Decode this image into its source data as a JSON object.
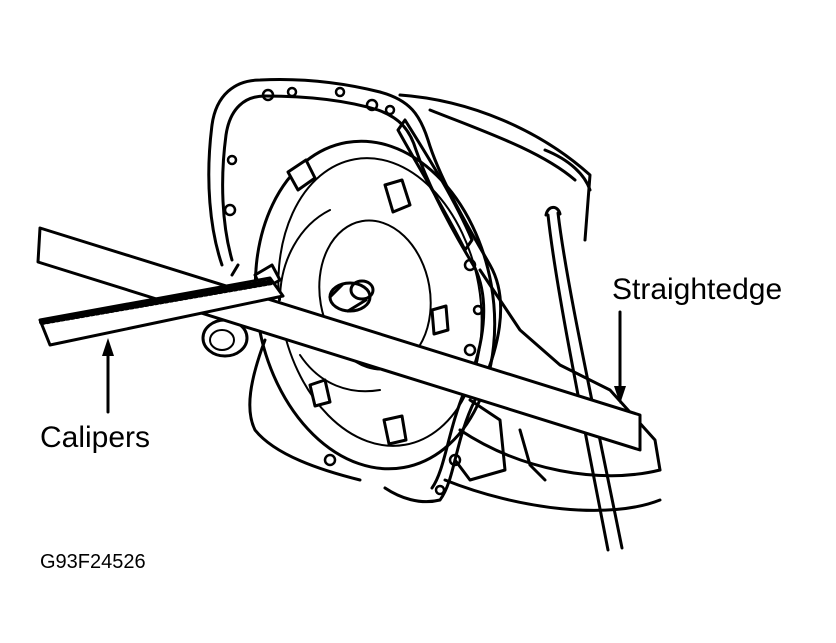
{
  "labels": {
    "straightedge": "Straightedge",
    "calipers": "Calipers",
    "figure_code": "G93F24526"
  }
}
